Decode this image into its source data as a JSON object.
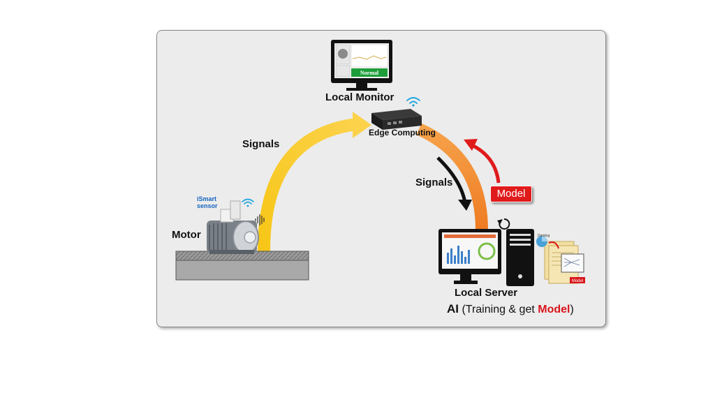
{
  "labels": {
    "local_monitor": "Local Monitor",
    "edge_computing": "Edge Computing",
    "signals_left": "Signals",
    "signals_right": "Signals",
    "model_tag": "Model",
    "motor": "Motor",
    "ismart_line1": "iSmart",
    "ismart_line2": "sensor",
    "local_server": "Local Server",
    "monitor_status": "Normal",
    "mini_model_tag": "Model",
    "mini_datalog": "Datalog"
  },
  "ai_caption": {
    "ai": "AI",
    "open": " (Training & get ",
    "model": "Model",
    "close": ")"
  },
  "colors": {
    "panel_bg": "#ececec",
    "arc_yellow": "#f6c21c",
    "arc_orange": "#f08a2a",
    "model_red": "#e01b1b",
    "status_green": "#1e9e3a",
    "wifi_blue": "#1aa3e0",
    "sensor_blue": "#1565c0"
  },
  "icons": [
    "monitor-icon",
    "edge-device-icon",
    "wifi-icon",
    "motor-icon",
    "computer-icon",
    "server-tower-icon",
    "document-icon",
    "refresh-icon",
    "vibration-icon"
  ]
}
